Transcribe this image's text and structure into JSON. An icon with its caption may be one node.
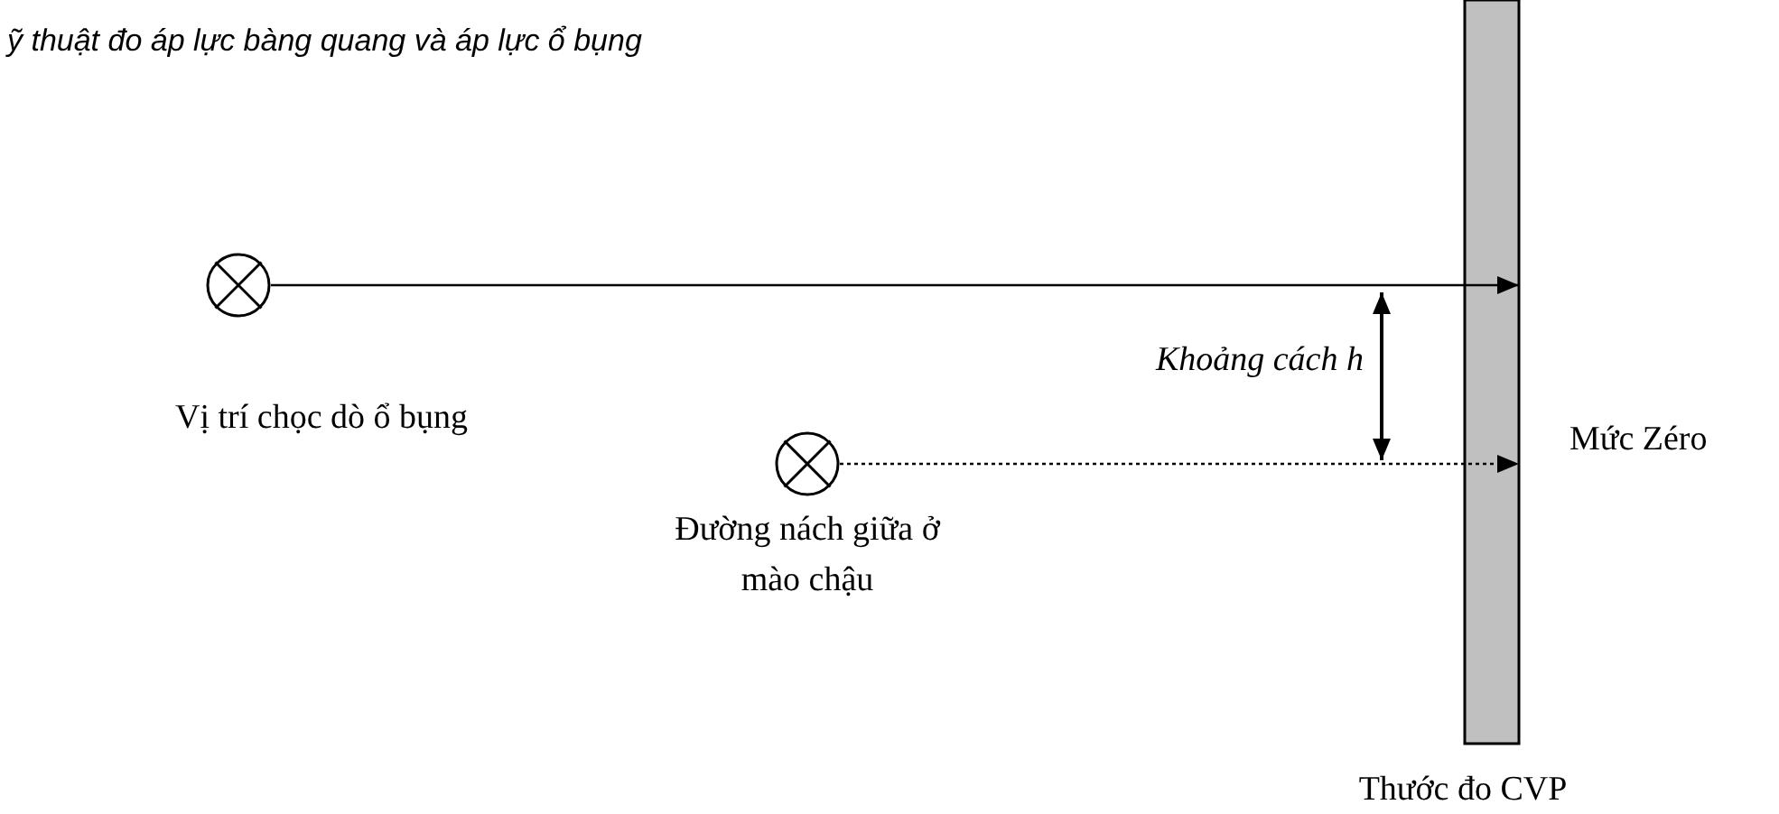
{
  "diagram": {
    "nodes": [
      {
        "text": [],
        "shape": "circle",
        "beside": [
          "Vị trí chọc dò ổ bụng"
        ]
      },
      {
        "text": [],
        "shape": "circle",
        "beside": [
          "Đường nách giữa ở mào chậu"
        ]
      },
      {
        "text": [],
        "shape": "bar",
        "beside": [
          "Thước đo CVP"
        ]
      }
    ],
    "edges": [
      {
        "from": 0,
        "to": 2,
        "arrow": "to"
      },
      {
        "from": 1,
        "to": 2,
        "arrow": "to",
        "style": "dashed"
      }
    ],
    "labels": [
      "ỹ thuật đo áp lực bàng quang và áp lực ổ bụng",
      "Khoảng cách h",
      "Mức Zéro"
    ]
  }
}
